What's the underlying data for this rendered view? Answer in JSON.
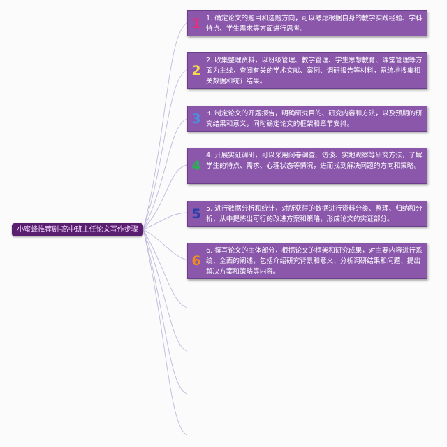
{
  "root": {
    "label": "小蜜蜂推荐剧-高中班主任论文写作步骤"
  },
  "steps": [
    {
      "num": "1",
      "text": "1. 确定论文的题目和选题方向，可以考虑根据自身的教学实践经验、学科特点、学生需求等方面进行思考。",
      "color": "#e0307a"
    },
    {
      "num": "2",
      "text": "2. 收集整理资料，以班级管理、教学管理、学生思想教育、课堂管理等方面为主线，查阅有关的学术文献、案例、调研报告等材料，系统地搜集相关数据和统计结果。",
      "color": "#f6d84c"
    },
    {
      "num": "3",
      "text": "3. 制定论文的开题报告，明确研究目的、研究内容和方法，以及预期的研究结果和意义，同时确定论文的框架和章节安排。",
      "color": "#4a90e2"
    },
    {
      "num": "4",
      "text": "4. 开展实证调研，可以采用问卷调查、访谈、实地观察等研究方法，了解学生的特点、需求、心理状态等情况，进而找到解决问题的方向和策略。",
      "color": "#2fae5a"
    },
    {
      "num": "5",
      "text": "5. 进行数据分析和统计，对所获得的数据进行资料分类、整理、归纳和分析，从中提炼出可行的改进方案和策略，形成论文的实证部分。",
      "color": "#2c3fa8"
    },
    {
      "num": "6",
      "text": "6. 撰写论文的主体部分，根据论文的框架和研究成果，对主要内容进行系统、全面的阐述，包括介绍研究背景和意义、分析调研结果和问题、提出解决方案和策略等内容。",
      "color": "#f08a24"
    }
  ],
  "colors": {
    "node_bg": "#8a57ab",
    "root_bg": "#5a1e6e",
    "link": "#b8b2d6"
  }
}
